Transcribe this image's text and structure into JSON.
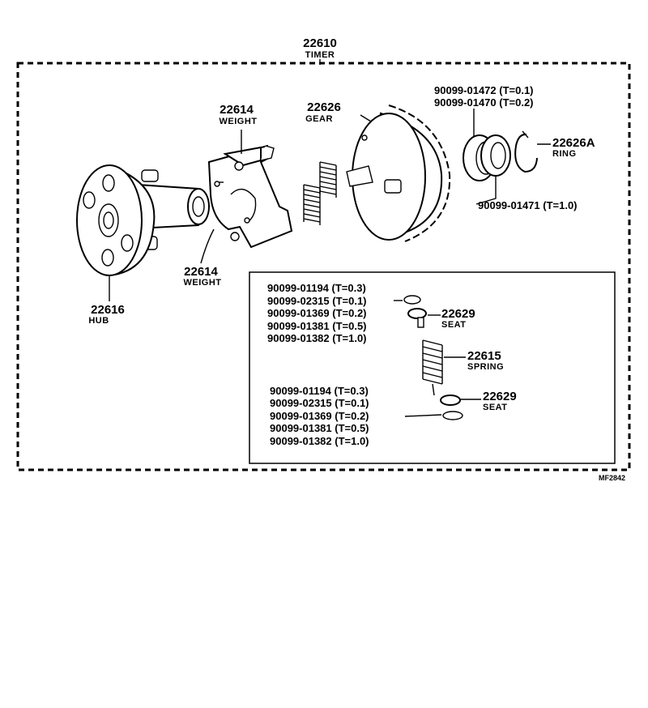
{
  "assembly": {
    "number": "22610",
    "name": "TIMER"
  },
  "parts": {
    "hub": {
      "number": "22616",
      "name": "HUB"
    },
    "weight_top": {
      "number": "22614",
      "name": "WEIGHT"
    },
    "weight_bottom": {
      "number": "22614",
      "name": "WEIGHT"
    },
    "gear": {
      "number": "22626",
      "name": "GEAR"
    },
    "ring": {
      "number": "22626A",
      "name": "RING"
    },
    "seat_top": {
      "number": "22629",
      "name": "SEAT"
    },
    "spring": {
      "number": "22615",
      "name": "SPRING"
    },
    "seat_bottom": {
      "number": "22629",
      "name": "SEAT"
    }
  },
  "shims_gear": [
    "90099-01472 (T=0.1)",
    "90099-01470 (T=0.2)"
  ],
  "shim_single": "90099-01471 (T=1.0)",
  "shims_upper": [
    "90099-01194 (T=0.3)",
    "90099-02315 (T=0.1)",
    "90099-01369 (T=0.2)",
    "90099-01381 (T=0.5)",
    "90099-01382 (T=1.0)"
  ],
  "shims_lower": [
    "90099-01194 (T=0.3)",
    "90099-02315 (T=0.1)",
    "90099-01369 (T=0.2)",
    "90099-01381 (T=0.5)",
    "90099-01382 (T=1.0)"
  ],
  "diagram_code": "MF2842"
}
